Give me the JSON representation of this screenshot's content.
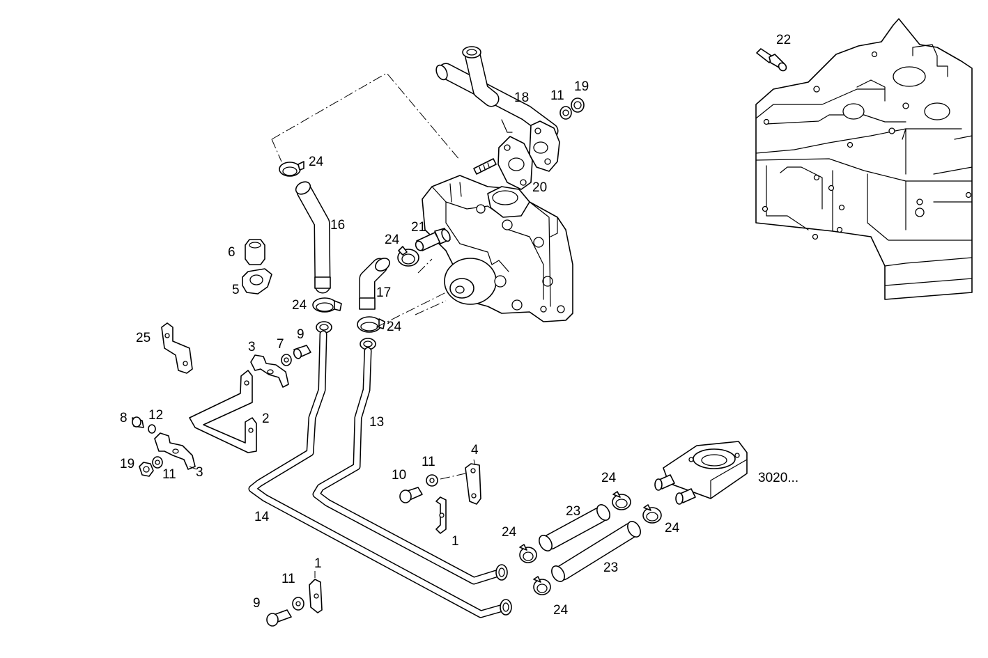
{
  "diagram": {
    "callouts": [
      {
        "id": "c22",
        "text": "22"
      },
      {
        "id": "c18",
        "text": "18"
      },
      {
        "id": "c11a",
        "text": "11"
      },
      {
        "id": "c19a",
        "text": "19"
      },
      {
        "id": "c24a",
        "text": "24"
      },
      {
        "id": "c20",
        "text": "20"
      },
      {
        "id": "c16",
        "text": "16"
      },
      {
        "id": "c24b",
        "text": "24"
      },
      {
        "id": "c21",
        "text": "21"
      },
      {
        "id": "c6",
        "text": "6"
      },
      {
        "id": "c5",
        "text": "5"
      },
      {
        "id": "c17",
        "text": "17"
      },
      {
        "id": "c24c",
        "text": "24"
      },
      {
        "id": "c24d",
        "text": "24"
      },
      {
        "id": "c25",
        "text": "25"
      },
      {
        "id": "c3a",
        "text": "3"
      },
      {
        "id": "c7",
        "text": "7"
      },
      {
        "id": "c9a",
        "text": "9"
      },
      {
        "id": "c8",
        "text": "8"
      },
      {
        "id": "c12",
        "text": "12"
      },
      {
        "id": "c2",
        "text": "2"
      },
      {
        "id": "c13",
        "text": "13"
      },
      {
        "id": "c4",
        "text": "4"
      },
      {
        "id": "c11b",
        "text": "11"
      },
      {
        "id": "c19b",
        "text": "19"
      },
      {
        "id": "c11c",
        "text": "11"
      },
      {
        "id": "c3b",
        "text": "3"
      },
      {
        "id": "c10",
        "text": "10"
      },
      {
        "id": "c14",
        "text": "14"
      },
      {
        "id": "c1a",
        "text": "1"
      },
      {
        "id": "c24e",
        "text": "24"
      },
      {
        "id": "c23a",
        "text": "23"
      },
      {
        "id": "c24f",
        "text": "24"
      },
      {
        "id": "c24g",
        "text": "24"
      },
      {
        "id": "c3020",
        "text": "3020..."
      },
      {
        "id": "c1b",
        "text": "1"
      },
      {
        "id": "c11d",
        "text": "11"
      },
      {
        "id": "c9b",
        "text": "9"
      },
      {
        "id": "c23b",
        "text": "23"
      },
      {
        "id": "c24h",
        "text": "24"
      }
    ]
  }
}
